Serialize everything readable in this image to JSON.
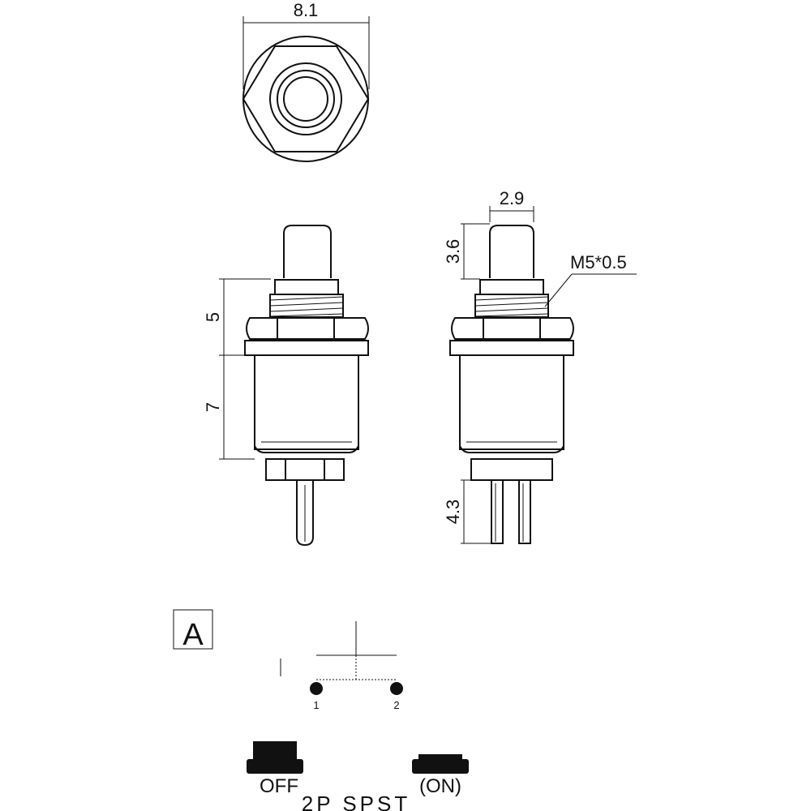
{
  "dimensions": {
    "hex_width": "8.1",
    "actuator_width": "2.9",
    "actuator_height": "3.6",
    "thread": "M5*0.5",
    "bushing_height": "5",
    "body_height": "7",
    "terminal_length": "4.3"
  },
  "schematic": {
    "label": "A",
    "pin1": "1",
    "pin2": "2"
  },
  "states": {
    "off_label": "OFF",
    "on_label": "(ON)",
    "type_label": "2P SPST"
  }
}
